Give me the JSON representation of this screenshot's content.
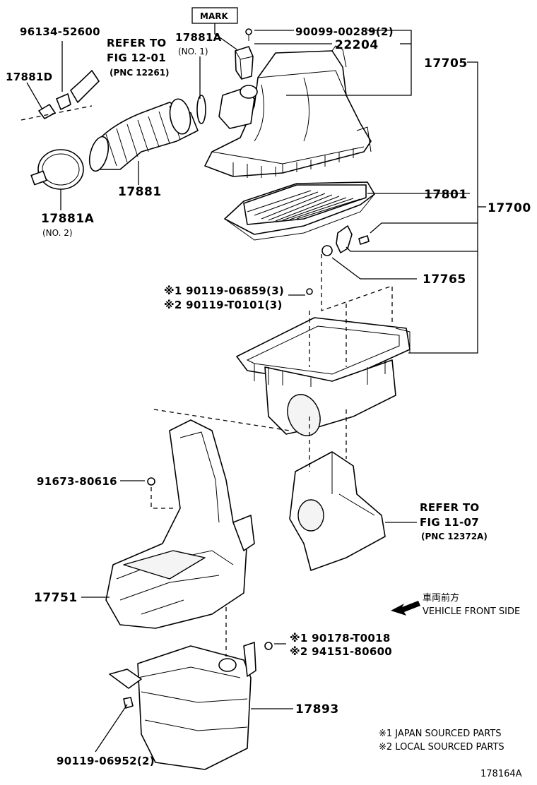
{
  "diagram": {
    "id": "178164A",
    "mark_label": "MARK",
    "callouts": {
      "p96134": "96134-52600",
      "refer_to_1": "REFER TO",
      "fig_1201": "FIG 12-01",
      "pnc_12261": "(PNC 12261)",
      "p17881A_top": "17881A",
      "no1": "(NO. 1)",
      "p17881D": "17881D",
      "p90099": "90099-00289(2)",
      "p22204": "22204",
      "p17705": "17705",
      "p17881": "17881",
      "p17881A_bottom": "17881A",
      "no2": "(NO. 2)",
      "p17801": "17801",
      "p17700": "17700",
      "p17765": "17765",
      "p90119_a": "※1 90119-06859(3)",
      "p90119_b": "※2 90119-T0101(3)",
      "p91673": "91673-80616",
      "refer_to_2": "REFER TO",
      "fig_1107": "FIG 11-07",
      "pnc_12372A": "(PNC 12372A)",
      "p17751": "17751",
      "front_jp": "車両前方",
      "front_en": "VEHICLE FRONT SIDE",
      "p90178": "※1  90178-T0018",
      "p94151": "※2  94151-80600",
      "p17893": "17893",
      "p90119_c": "90119-06952(2)",
      "legend1": "※1 JAPAN SOURCED PARTS",
      "legend2": "※2 LOCAL SOURCED PARTS"
    }
  }
}
